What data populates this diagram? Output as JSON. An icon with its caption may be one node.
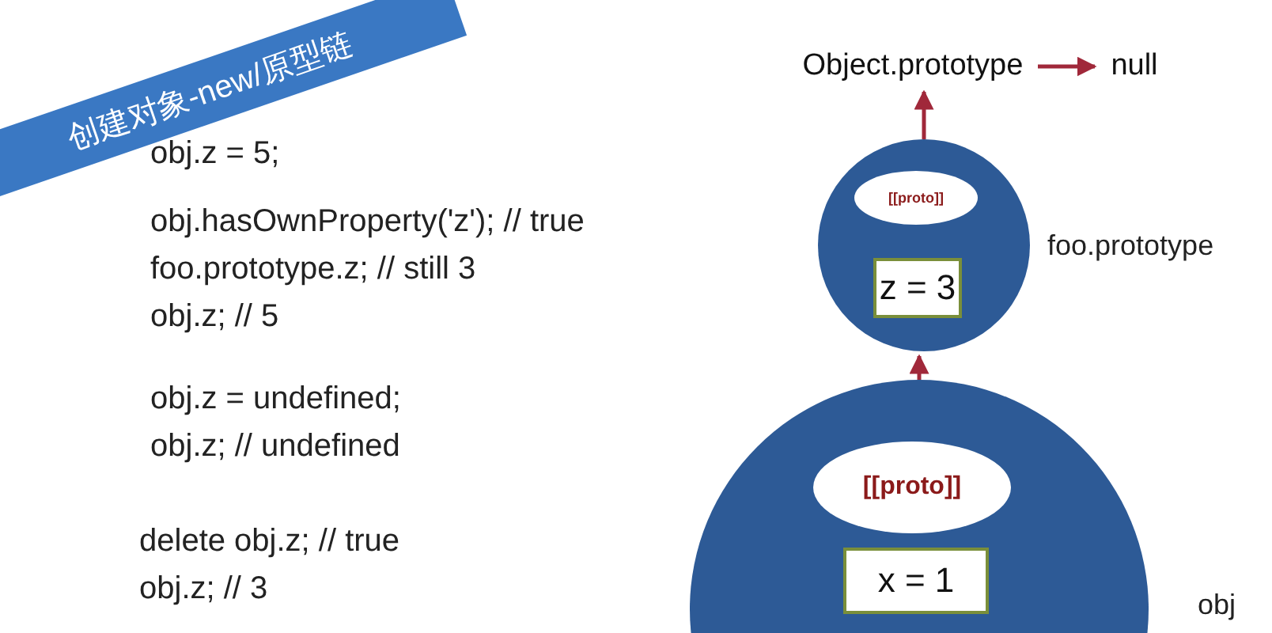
{
  "diagram": {
    "title": "创建对象-new/原型链",
    "nodes": [
      {
        "text": [
          "Object.prototype"
        ]
      },
      {
        "text": [
          "null"
        ]
      },
      {
        "text": [],
        "shape": "circle",
        "beside": [
          "foo.prototype"
        ]
      },
      {
        "text": [
          "[[proto]]"
        ],
        "in": 2
      },
      {
        "text": [
          "z = 3"
        ],
        "in": 2
      },
      {
        "text": [],
        "shape": "circle",
        "beside": [
          "obj"
        ]
      },
      {
        "text": [
          "[[proto]]"
        ],
        "in": 5
      },
      {
        "text": [
          "x = 1"
        ],
        "in": 5
      }
    ],
    "edges": [
      {
        "from": 0,
        "to": 1,
        "arrow": "to"
      },
      {
        "from": 2,
        "to": 0,
        "arrow": "to"
      },
      {
        "from": 5,
        "to": 2,
        "arrow": "to"
      }
    ],
    "labels": [
      "obj.z = 5;",
      "obj.hasOwnProperty('z'); // true",
      "foo.prototype.z; // still 3",
      "obj.z; // 5",
      "obj.z = undefined;",
      "obj.z; // undefined",
      "delete obj.z; // true",
      "obj.z; // 3"
    ]
  }
}
